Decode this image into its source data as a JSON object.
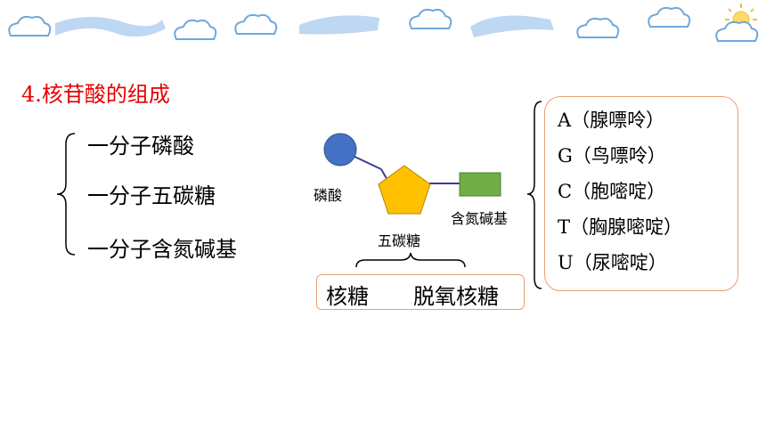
{
  "title": "4.核苷酸的组成",
  "components": [
    "一分子磷酸",
    "一分子五碳糖",
    "一分子含氮碱基"
  ],
  "diagram": {
    "phosphate_label": "磷酸",
    "sugar_label": "五碳糖",
    "base_label": "含氮碱基",
    "colors": {
      "phosphate": "#4472c4",
      "sugar": "#ffc000",
      "base": "#70ad47",
      "bond": "#3a3a9a"
    }
  },
  "sugar_types": [
    "核糖",
    "脱氧核糖"
  ],
  "bases": [
    "A（腺嘌呤）",
    "G（鸟嘌呤）",
    "C（胞嘧啶）",
    "T（胸腺嘧啶）",
    "U（尿嘧啶）"
  ],
  "colors": {
    "title": "#e60000",
    "box_border": "#e8a070"
  }
}
